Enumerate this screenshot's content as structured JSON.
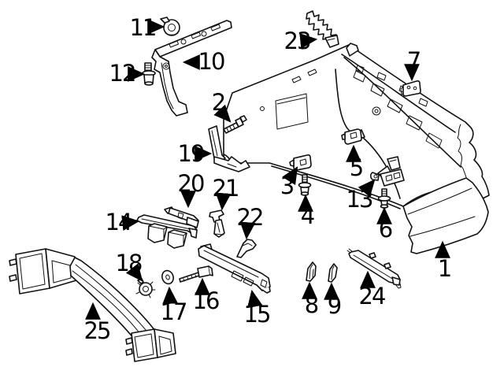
{
  "diagram": {
    "kind": "exploded-parts-diagram",
    "background_color": "#ffffff",
    "line_color": "#111111",
    "callouts": [
      {
        "number": "1"
      },
      {
        "number": "2"
      },
      {
        "number": "3"
      },
      {
        "number": "4"
      },
      {
        "number": "5"
      },
      {
        "number": "6"
      },
      {
        "number": "7"
      },
      {
        "number": "8"
      },
      {
        "number": "9"
      },
      {
        "number": "10"
      },
      {
        "number": "11"
      },
      {
        "number": "12"
      },
      {
        "number": "13"
      },
      {
        "number": "14"
      },
      {
        "number": "15"
      },
      {
        "number": "16"
      },
      {
        "number": "17"
      },
      {
        "number": "18"
      },
      {
        "number": "19"
      },
      {
        "number": "20"
      },
      {
        "number": "21"
      },
      {
        "number": "22"
      },
      {
        "number": "23"
      },
      {
        "number": "24"
      },
      {
        "number": "25"
      }
    ]
  }
}
